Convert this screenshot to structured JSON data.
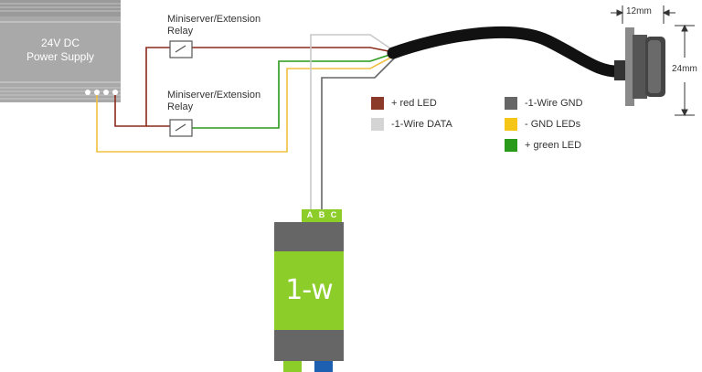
{
  "power_supply": {
    "line1": "24V DC",
    "line2": "Power Supply"
  },
  "relay_top": {
    "line1": "Miniserver/Extension",
    "line2": "Relay"
  },
  "relay_bottom": {
    "line1": "Miniserver/Extension",
    "line2": "Relay"
  },
  "legend": [
    {
      "color": "#8b3a2a",
      "label": "+ red LED"
    },
    {
      "color": "#d4d4d4",
      "label": "-1-Wire DATA"
    },
    {
      "color": "#666666",
      "label": "-1-Wire GND"
    },
    {
      "color": "#f5c518",
      "label": "- GND LEDs"
    },
    {
      "color": "#2a9a1a",
      "label": "+ green LED"
    }
  ],
  "onewire_module": {
    "label": "1-w",
    "terminals": [
      "A",
      "B",
      "C"
    ]
  },
  "dimensions": {
    "width": "12mm",
    "height": "24mm"
  },
  "colors": {
    "red": "#8b2a1a",
    "gray": "#c8c8c8",
    "dark": "#666666",
    "yellow": "#f0c040",
    "green": "#2a9a1a",
    "module_green": "#8ccd2a"
  }
}
